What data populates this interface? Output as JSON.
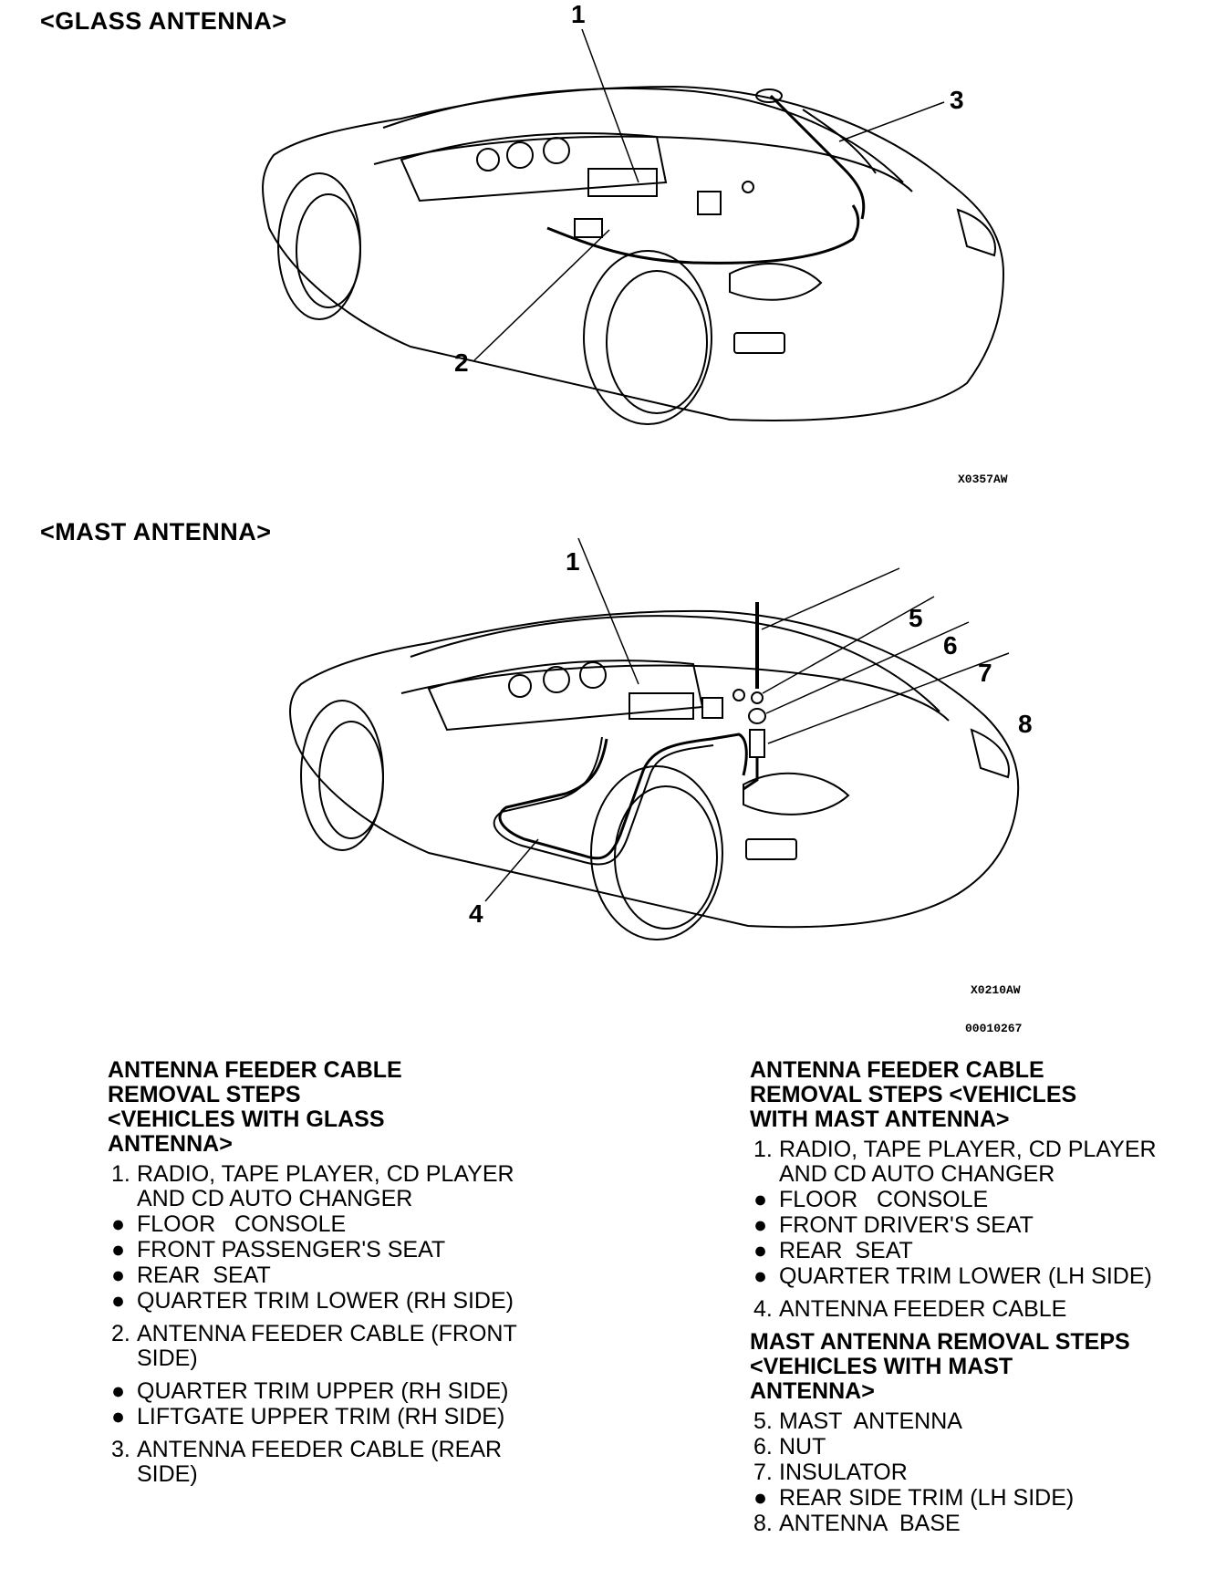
{
  "glass": {
    "title": "<GLASS ANTENNA>",
    "callouts": [
      "1",
      "2",
      "3"
    ],
    "code": "X0357AW"
  },
  "mast": {
    "title": "<MAST ANTENNA>",
    "callouts": [
      "1",
      "4",
      "5",
      "6",
      "7",
      "8"
    ],
    "code": "X0210AW",
    "code2": "00010267"
  },
  "left_col": {
    "header": [
      "ANTENNA FEEDER CABLE",
      "REMOVAL STEPS",
      "<VEHICLES WITH GLASS",
      "ANTENNA>"
    ],
    "items": [
      {
        "marker": "1.",
        "text": "RADIO, TAPE PLAYER, CD PLAYER AND CD AUTO CHANGER"
      },
      {
        "marker": "●",
        "text": "FLOOR   CONSOLE"
      },
      {
        "marker": "●",
        "text": "FRONT PASSENGER'S SEAT"
      },
      {
        "marker": "●",
        "text": "REAR  SEAT"
      },
      {
        "marker": "●",
        "text": "QUARTER TRIM LOWER (RH SIDE)"
      },
      {
        "marker": "2.",
        "text": "ANTENNA FEEDER CABLE (FRONT SIDE)"
      },
      {
        "marker": "●",
        "text": "QUARTER TRIM UPPER (RH SIDE)"
      },
      {
        "marker": "●",
        "text": "LIFTGATE UPPER TRIM (RH SIDE)"
      },
      {
        "marker": "3.",
        "text": "ANTENNA FEEDER CABLE (REAR SIDE)"
      }
    ]
  },
  "right_col": {
    "header": [
      "ANTENNA FEEDER CABLE",
      "REMOVAL STEPS <VEHICLES",
      "WITH MAST ANTENNA>"
    ],
    "items": [
      {
        "marker": "1.",
        "text": "RADIO, TAPE PLAYER, CD PLAYER AND CD AUTO CHANGER"
      },
      {
        "marker": "●",
        "text": "FLOOR   CONSOLE"
      },
      {
        "marker": "●",
        "text": "FRONT DRIVER'S SEAT"
      },
      {
        "marker": "●",
        "text": "REAR  SEAT"
      },
      {
        "marker": "●",
        "text": "QUARTER TRIM LOWER (LH SIDE)"
      },
      {
        "marker": "4.",
        "text": "ANTENNA FEEDER CABLE"
      }
    ],
    "header2": [
      "MAST ANTENNA REMOVAL STEPS",
      "<VEHICLES WITH MAST",
      "ANTENNA>"
    ],
    "items2": [
      {
        "marker": "5.",
        "text": "MAST  ANTENNA"
      },
      {
        "marker": "6.",
        "text": "NUT"
      },
      {
        "marker": "7.",
        "text": "INSULATOR"
      },
      {
        "marker": "●",
        "text": "REAR SIDE TRIM (LH SIDE)"
      },
      {
        "marker": "8.",
        "text": "ANTENNA  BASE"
      }
    ]
  }
}
